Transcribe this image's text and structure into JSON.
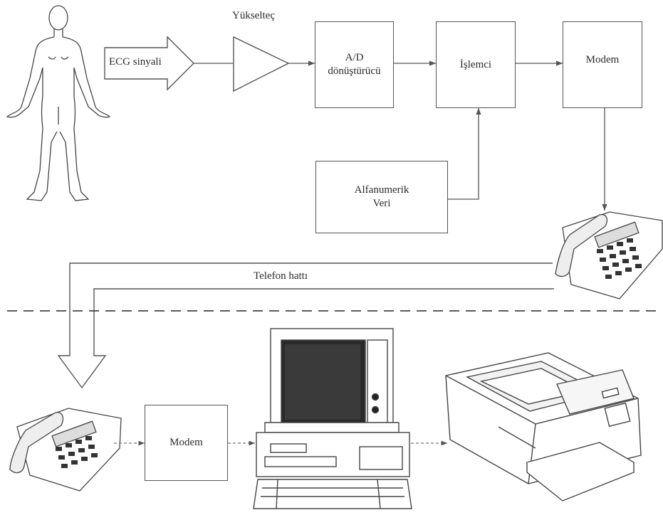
{
  "labels": {
    "ecg_signal": "ECG sinyali",
    "amplifier": "Yükselteç",
    "ad_converter_line1": "A/D",
    "ad_converter_line2": "dönüştürücü",
    "processor": "İşlemci",
    "modem_top": "Modem",
    "alphanumeric_line1": "Alfanumerik",
    "alphanumeric_line2": "Veri",
    "phone_line": "Telefon hattı",
    "modem_bottom": "Modem"
  },
  "icons": [
    "human-figure-icon",
    "amplifier-triangle-icon",
    "telephone-icon",
    "computer-icon",
    "printer-icon"
  ],
  "colors": {
    "line": "#555555",
    "ink": "#2a2a2a",
    "background": "#ffffff"
  }
}
